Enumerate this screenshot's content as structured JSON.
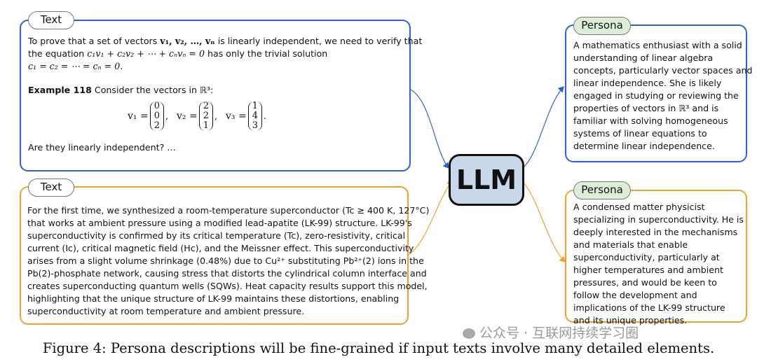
{
  "inputs": [
    {
      "tag": "Text",
      "intro_a": "To prove that a set of vectors ",
      "intro_math": "v₁, v₂, …, vₙ",
      "intro_b": " is linearly independent, we need to verify that",
      "line2_a": "the equation ",
      "line2_math": "c₁v₁ + c₂v₂ + ⋯ + cₙvₙ = 0",
      "line2_b": " has only the trivial solution",
      "line3_math": "c₁ = c₂ = ⋯ = cₙ = 0.",
      "example_label": "Example 118",
      "example_text": " Consider the vectors in ℝ³:",
      "vectors": [
        {
          "name": "v₁ =",
          "components": [
            "0",
            "0",
            "2"
          ]
        },
        {
          "name": "v₂ =",
          "components": [
            "2",
            "2",
            "1"
          ]
        },
        {
          "name": "v₃ =",
          "components": [
            "1",
            "4",
            "3"
          ]
        }
      ],
      "question": "Are they linearly independent? …"
    },
    {
      "tag": "Text",
      "lines": [
        "For the first time, we synthesized a room-temperature superconductor (Tc ≥ 400 K, 127°C)",
        "that works at ambient pressure using a modified lead-apatite (LK-99) structure. LK-99's",
        "superconductivity is confirmed by its critical temperature (Tc), zero-resistivity, critical",
        "current (Ic), critical magnetic field (Hc), and the Meissner effect. This superconductivity",
        "arises from a slight volume shrinkage (0.48%) due to Cu²⁺ substituting Pb²⁺(2) ions in the",
        "Pb(2)-phosphate network, causing stress that distorts the cylindrical column interface and",
        "creates superconducting quantum wells (SQWs). Heat capacity results support this model,",
        "highlighting that the unique structure of LK-99 maintains these distortions, enabling",
        "superconductivity at room temperature and ambient pressure."
      ]
    }
  ],
  "center": {
    "label": "LLM"
  },
  "outputs": [
    {
      "tag": "Persona",
      "lines": [
        "A mathematics enthusiast with a solid",
        "understanding of linear algebra",
        "concepts, particularly vector spaces and",
        "linear independence. She is likely",
        "engaged in studying or reviewing the",
        "properties of vectors in ℝ³ and is",
        "familiar with solving homogeneous",
        "systems of linear equations to",
        "determine linear independence."
      ]
    },
    {
      "tag": "Persona",
      "lines": [
        "A condensed matter physicist",
        "specializing in superconductivity. He is",
        "deeply interested in the mechanisms",
        "and materials that enable",
        "superconductivity, particularly at",
        "higher temperatures and ambient",
        "pressures, and would be keen to",
        "follow the development and",
        "implications of the LK-99 structure",
        "and its unique properties."
      ]
    }
  ],
  "caption": "Figure 4: Persona descriptions will be fine-grained if input texts involve many detailed elements.",
  "watermark": "公众号 · 互联网持续学习圈",
  "colors": {
    "top_flow": "#2f5fe0",
    "bottom_flow": "#f0a030",
    "llm_fill": "#c6d8ea",
    "persona_tag": "#dcefd6"
  }
}
